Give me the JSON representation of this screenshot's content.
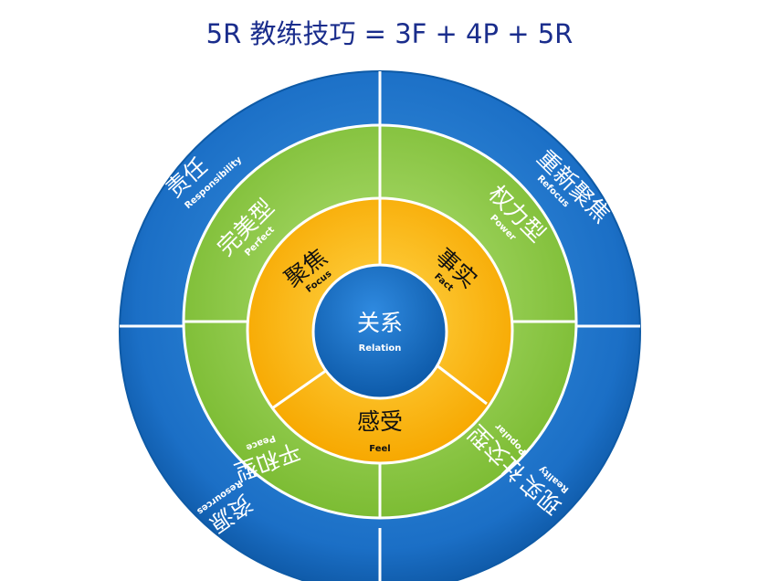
{
  "title": "5R 教练技巧 = 3F + 4P + 5R",
  "center": {
    "zh": "关系",
    "en": "Relation"
  },
  "inner_ring": [
    {
      "zh": "聚焦",
      "en": "Focus"
    },
    {
      "zh": "事实",
      "en": "Fact"
    },
    {
      "zh": "感受",
      "en": "Feel"
    }
  ],
  "middle_ring": [
    {
      "zh": "完美型",
      "en": "Perfect"
    },
    {
      "zh": "权力型",
      "en": "Power"
    },
    {
      "zh": "社交型",
      "en": "Popular"
    },
    {
      "zh": "平和型",
      "en": "Peace"
    }
  ],
  "outer_ring": [
    {
      "zh": "责任",
      "en": "Responsibility"
    },
    {
      "zh": "重新聚焦",
      "en": "Refocus"
    },
    {
      "zh": "现实",
      "en": "Reality"
    },
    {
      "zh": "资源",
      "en": "Resources"
    }
  ],
  "colors": {
    "title": "#1a2d8c",
    "outer_ring": "#1a6fc4",
    "middle_ring": "#8cc63f",
    "inner_ring": "#ffb400",
    "center": "#1a6fc4"
  }
}
